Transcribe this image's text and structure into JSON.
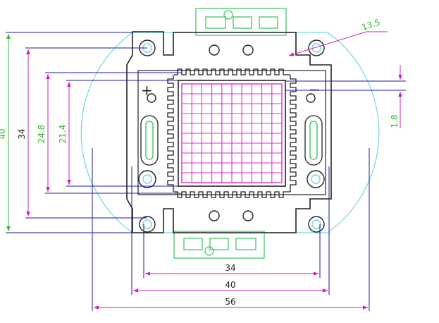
{
  "drawing": {
    "dimensions": {
      "height_outer": "40",
      "height_mount": "34",
      "height_frame": "24.8",
      "height_die": "21.4",
      "lead_offset": "1.8",
      "radius": "13.5",
      "width_mount": "34",
      "width_frame": "40",
      "width_outer": "56"
    },
    "polarity": {
      "positive": "+",
      "negative": "−"
    },
    "colors": {
      "outline": "#222222",
      "substrate": "#6fd6e6",
      "leads": "#35c05a",
      "led_array": "#e02fcf",
      "dim_magenta": "#d21dbf",
      "dim_blue": "#1a1a9e",
      "dim_green": "#2fb82f"
    }
  }
}
